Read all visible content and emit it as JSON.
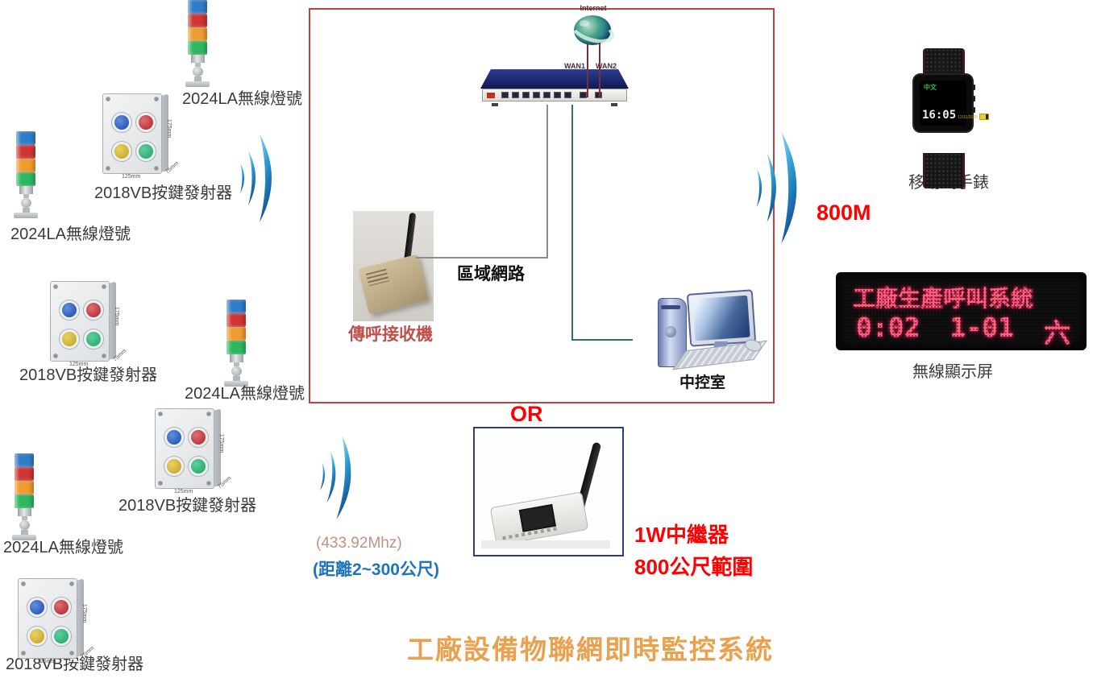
{
  "title": "工廠設備物聯網即時監控系統",
  "network": {
    "internet": "Internet",
    "wan1": "WAN1",
    "wan2": "WAN2",
    "lan": "區域網路"
  },
  "devices": {
    "tower_label": "2024LA無線燈號",
    "button_box_label": "2018VB按鍵發射器",
    "receiver_label": "傳呼接收機",
    "control_room_label": "中控室",
    "watch_label": "移動式手錶",
    "display_label": "無線顯示屏",
    "repeater_label": "1W中繼器",
    "repeater_range": "800公尺範圍"
  },
  "annotations": {
    "or": "OR",
    "range_800m": "800M",
    "frequency": "(433.92Mhz)",
    "distance": "(距離2~300公尺)"
  },
  "button_box_dims": {
    "width": "125mm",
    "height": "175mm",
    "depth": "75mm"
  },
  "watch_screen": {
    "lang": "中文",
    "time": "16:05",
    "date": "12/11/2020"
  },
  "led_screen": {
    "line1": "工廠生產呼叫系統",
    "time": "0:02",
    "code": "1-01",
    "day": "六"
  },
  "colors": {
    "zone_border": "#c24040",
    "repeater_border": "#2f3f74",
    "accent_red": "#ff0000",
    "receiver_label": "#c0504d",
    "frequency_label": "#c29183",
    "distance_label": "#1f74c0",
    "title_orange": "#e9a14d",
    "wifi_blue": "#1f7fc0",
    "line_gray": "#8c8c8c",
    "line_teal": "#2e7272",
    "line_maroon": "#7a2e3c"
  }
}
